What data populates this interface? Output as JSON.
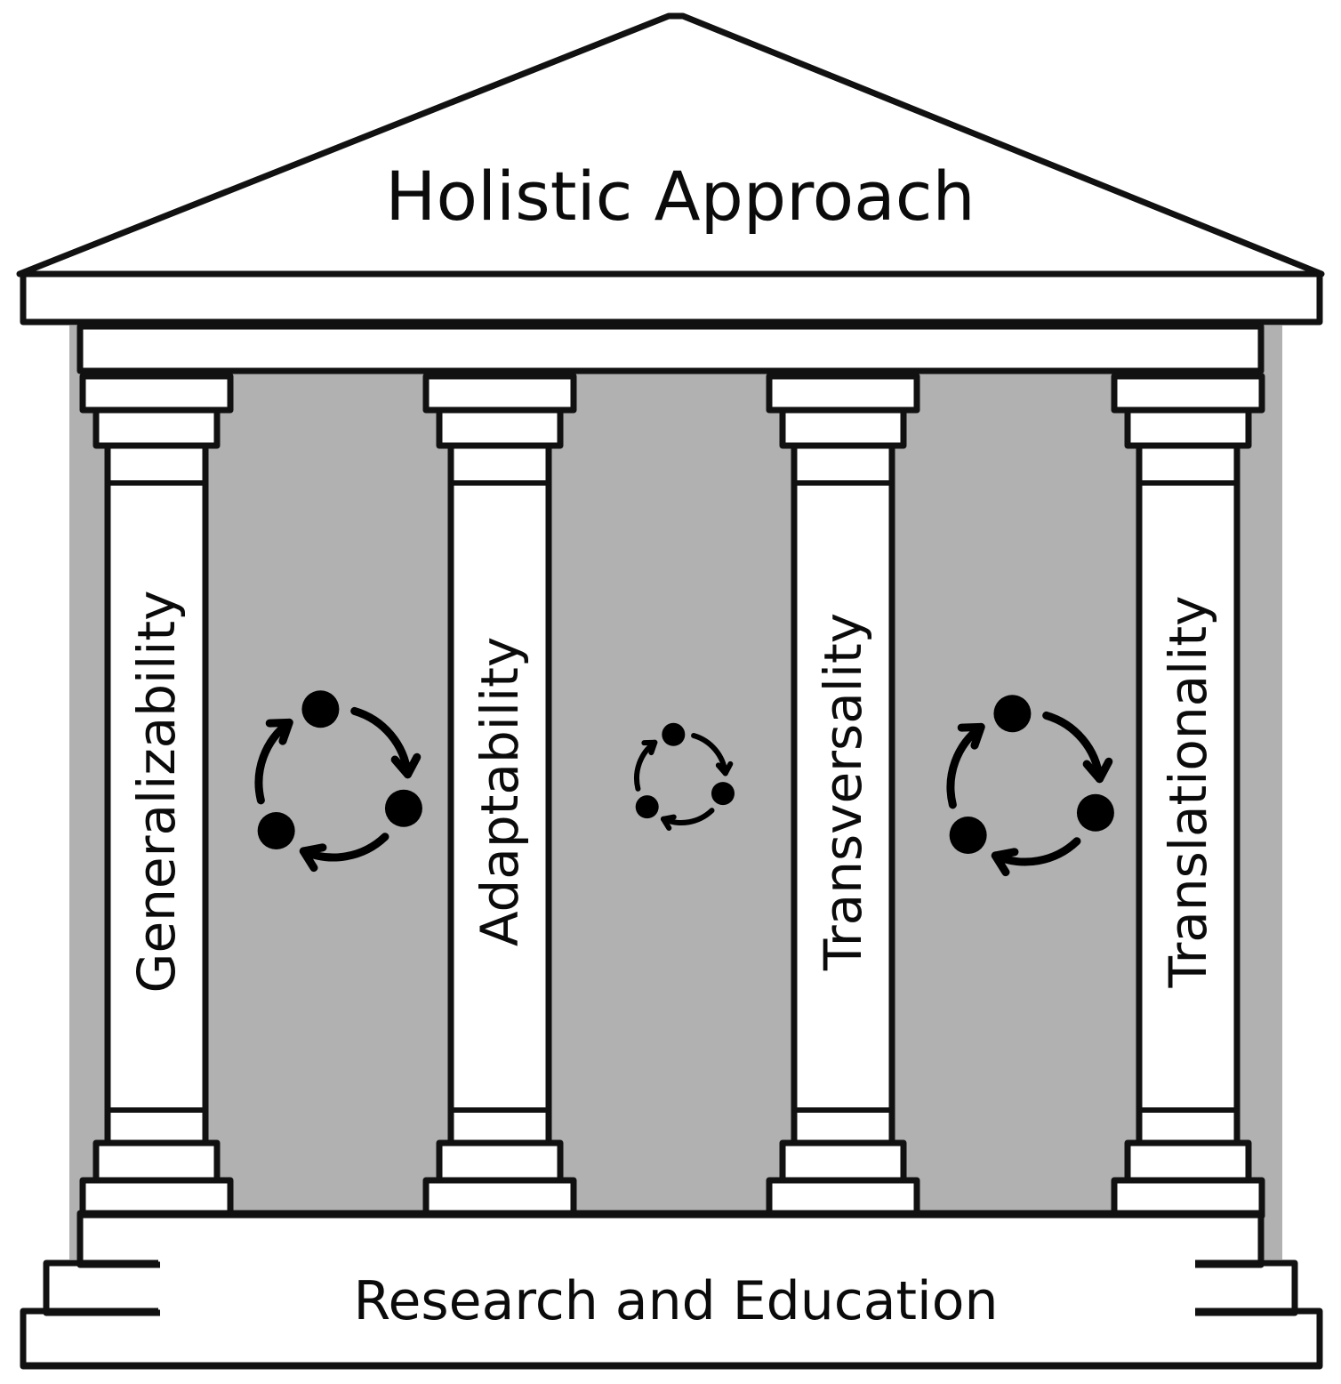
{
  "roof_label": "Holistic Approach",
  "pillars": [
    {
      "label": "Generalizability"
    },
    {
      "label": "Adaptability"
    },
    {
      "label": "Transversality"
    },
    {
      "label": "Translationality"
    }
  ],
  "foundation_label": "Research and Education",
  "icons": {
    "between_pillars": "cycle-arrows-icon"
  },
  "colors": {
    "background_panel": "#b1b1b1",
    "outline": "#111111",
    "fill": "#ffffff"
  }
}
